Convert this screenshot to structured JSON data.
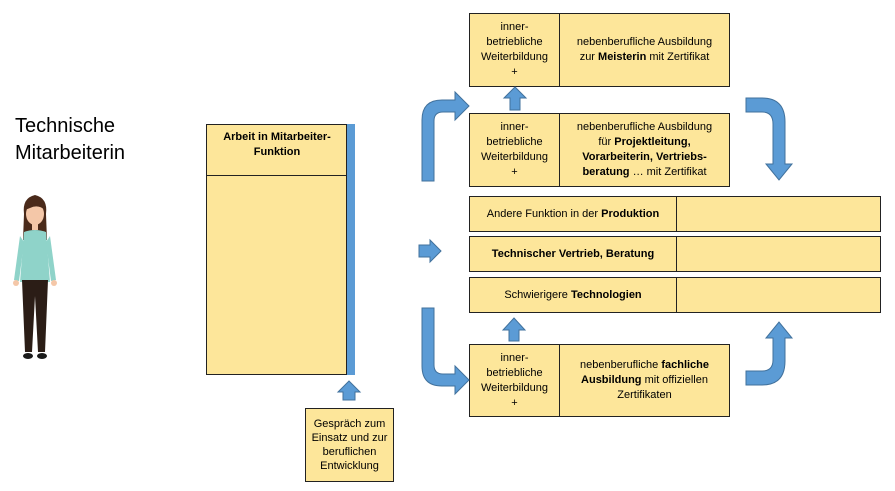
{
  "title": {
    "line1": "Technische",
    "line2": "Mitarbeiterin"
  },
  "role_box": {
    "header": "Arbeit in Mitarbeiter-Funktion"
  },
  "talk_box": {
    "text": "Gespräch zum Einsatz und zur beruflichen Entwicklung"
  },
  "inhouse_label": {
    "l1": "inner-",
    "l2": "betriebliche",
    "l3": "Weiterbildung",
    "l4": "+"
  },
  "top": {
    "l1": "nebenberufliche Ausbildung",
    "l2a": "zur ",
    "l2b": "Meisterin",
    "l2c": " mit Zertifikat"
  },
  "mid": {
    "l1": "nebenberufliche Ausbildung",
    "l2a": "für ",
    "l2b": "Projektleitung,",
    "l3": "Vorarbeiterin, Vertriebs-",
    "l4a": "beratung",
    "l4b": " … mit Zertifikat"
  },
  "functions": {
    "f1a": "Andere  Funktion in der ",
    "f1b": "Produktion",
    "f2": "Technischer  Vertrieb, Beratung",
    "f3a": "Schwierigere ",
    "f3b": "Technologien"
  },
  "bottom": {
    "l1a": "nebenberufliche ",
    "l1b": "fachliche",
    "l2a": "Ausbildung",
    "l2b": " mit offiziellen",
    "l3": "Zertifikaten"
  },
  "colors": {
    "box_fill": "#fde69a",
    "arrow": "#5b9bd5",
    "side_bar": "#5b9bd5"
  }
}
